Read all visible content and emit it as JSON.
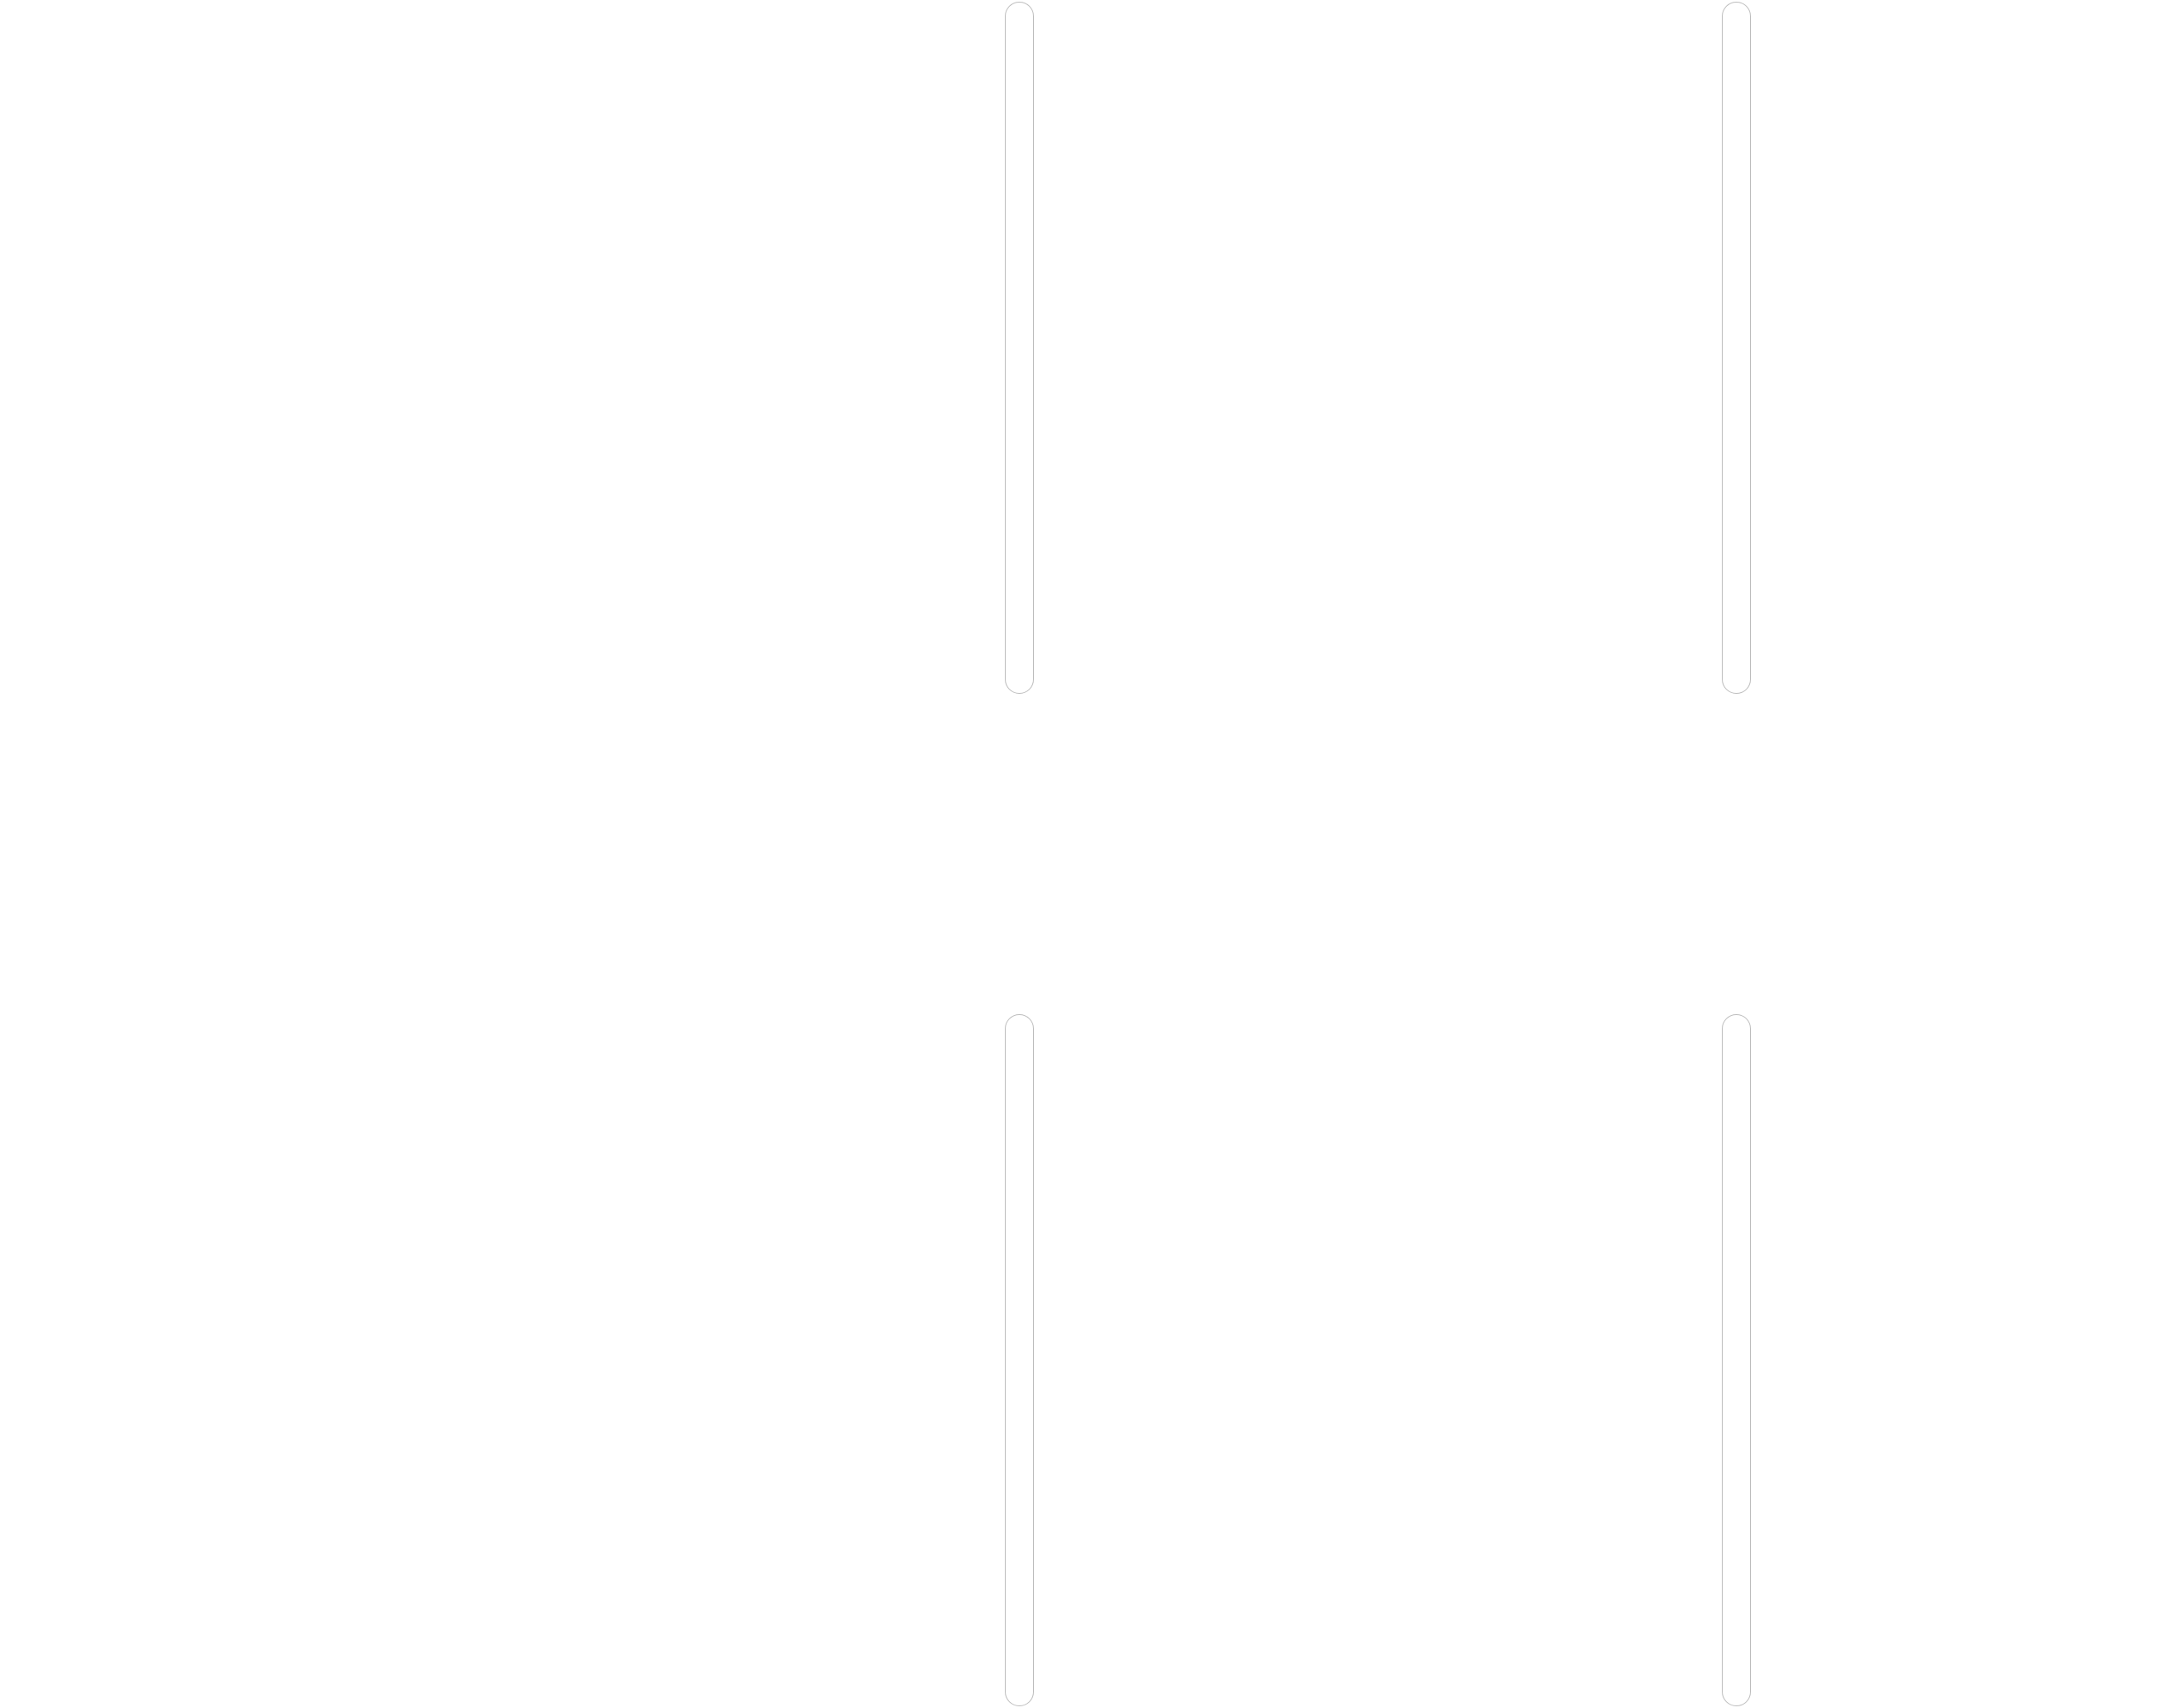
{
  "panels": [
    {
      "id": "panel-1",
      "scrollbar": "vertical"
    },
    {
      "id": "panel-2",
      "scrollbar": "vertical"
    },
    {
      "id": "panel-3",
      "scrollbar": "vertical"
    },
    {
      "id": "panel-4",
      "scrollbar": "vertical"
    }
  ],
  "colors": {
    "background": "#ffffff",
    "scrollbar_border": "#bdbdbd"
  }
}
